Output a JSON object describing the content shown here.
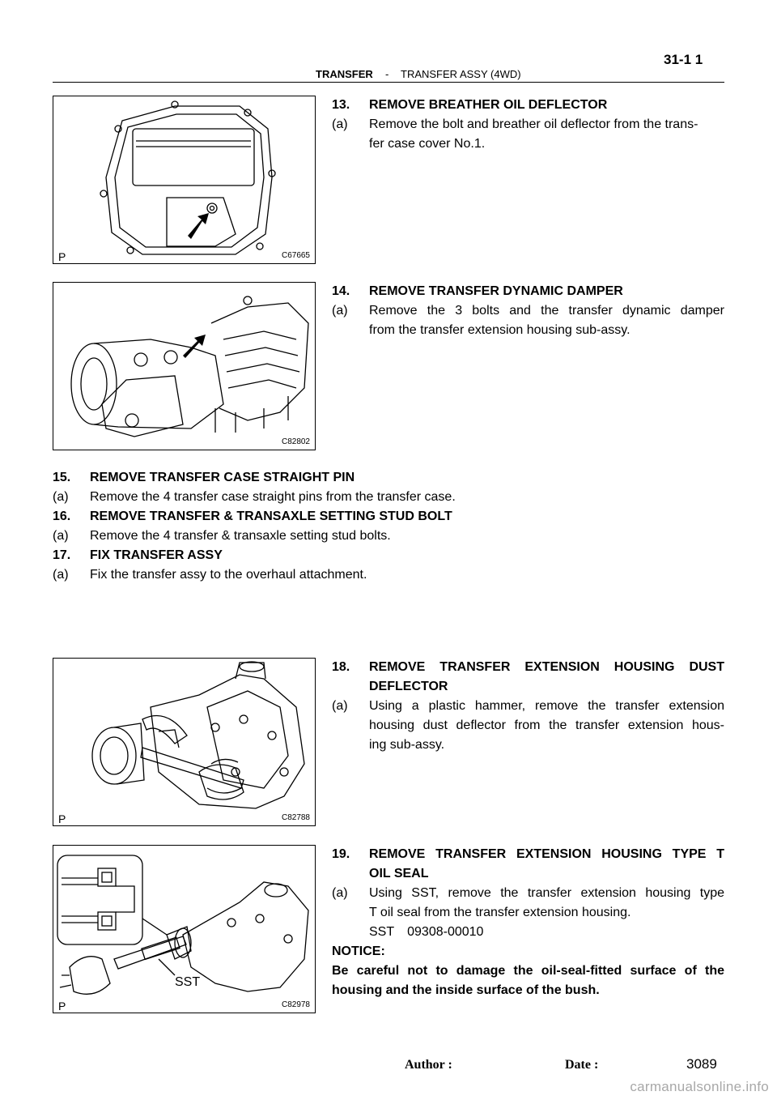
{
  "header": {
    "page_number": "31-1 1",
    "section": "TRANSFER",
    "dash": "-",
    "subsection": "TRANSFER ASSY (4WD)"
  },
  "figures": {
    "fig1": {
      "p": "P",
      "code": "C67665"
    },
    "fig2": {
      "p": "",
      "code": "C82802"
    },
    "fig3": {
      "p": "P",
      "code": "C82788"
    },
    "fig4": {
      "p": "P",
      "code": "C82978",
      "label": "SST"
    }
  },
  "steps": {
    "s13": {
      "num": "13.",
      "title": "REMOVE BREATHER OIL DEFLECTOR",
      "a_num": "(a)",
      "a_text": "Remove the bolt and breather oil deflector from the trans-",
      "a_cont": "fer case cover No.1."
    },
    "s14": {
      "num": "14.",
      "title": "REMOVE TRANSFER DYNAMIC DAMPER",
      "a_num": "(a)",
      "a_text": "Remove the 3 bolts and the transfer dynamic damper",
      "a_cont": "from the transfer extension housing sub-assy."
    },
    "s15": {
      "num": "15.",
      "title": "REMOVE TRANSFER CASE STRAIGHT PIN",
      "a_num": "(a)",
      "a_text": "Remove the 4 transfer case straight pins from the transfer case."
    },
    "s16": {
      "num": "16.",
      "title": "REMOVE TRANSFER & TRANSAXLE SETTING STUD BOLT",
      "a_num": "(a)",
      "a_text": "Remove the 4 transfer & transaxle setting stud bolts."
    },
    "s17": {
      "num": "17.",
      "title": "FIX TRANSFER ASSY",
      "a_num": "(a)",
      "a_text": "Fix the transfer assy to the overhaul attachment."
    },
    "s18": {
      "num": "18.",
      "title": "REMOVE TRANSFER EXTENSION HOUSING DUST",
      "title_cont": "DEFLECTOR",
      "a_num": "(a)",
      "a_text": "Using a plastic hammer, remove the transfer extension",
      "a_cont1": "housing dust deflector from the transfer extension hous-",
      "a_cont2": "ing  sub-assy."
    },
    "s19": {
      "num": "19.",
      "title": "REMOVE TRANSFER EXTENSION HOUSING TYPE T",
      "title_cont": "OIL SEAL",
      "a_num": "(a)",
      "a_text": "Using SST, remove the transfer extension housing type",
      "a_cont": "T oil seal from the transfer extension housing.",
      "sst_label": "SST",
      "sst_code": "09308-00010",
      "notice_label": "NOTICE:",
      "notice_text1": "Be careful not to damage the oil-seal-fitted surface of the",
      "notice_text2": "housing and the inside surface of the bush."
    }
  },
  "footer": {
    "author_label": "Author :",
    "date_label": "Date :",
    "page": "3089"
  },
  "watermark": "carmanualsonline.info"
}
